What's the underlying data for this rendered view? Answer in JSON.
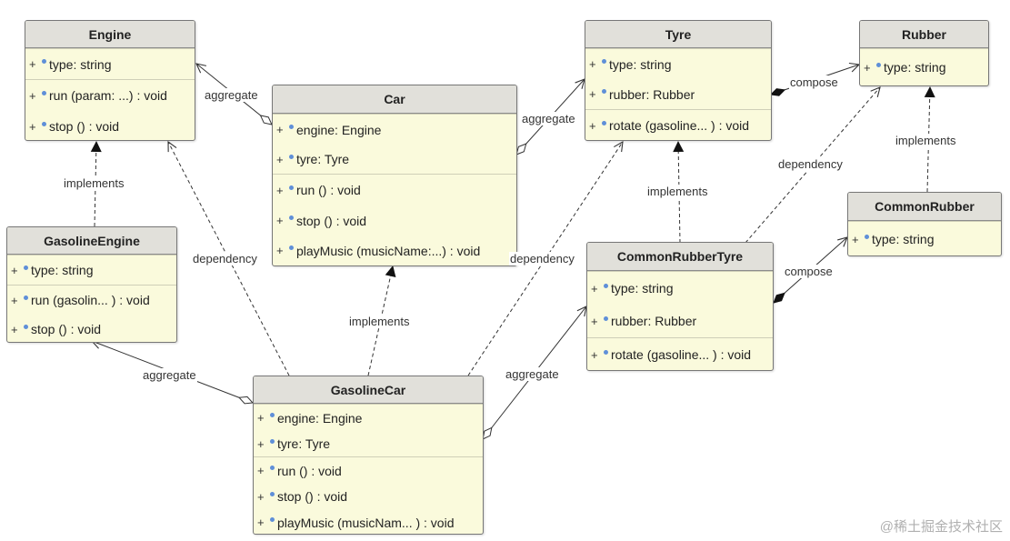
{
  "classes": {
    "engine": {
      "name": "Engine",
      "attributes": [
        "type: string"
      ],
      "methods": [
        "run (param: ...) : void",
        "stop () : void"
      ]
    },
    "car": {
      "name": "Car",
      "attributes": [
        "engine: Engine",
        "tyre: Tyre"
      ],
      "methods": [
        "run () : void",
        "stop () : void",
        "playMusic (musicName:...) : void"
      ]
    },
    "tyre": {
      "name": "Tyre",
      "attributes": [
        "type: string",
        "rubber: Rubber"
      ],
      "methods": [
        "rotate (gasoline... ) : void"
      ]
    },
    "rubber": {
      "name": "Rubber",
      "attributes": [
        "type: string"
      ],
      "methods": []
    },
    "gasolineengine": {
      "name": "GasolineEngine",
      "attributes": [
        "type: string"
      ],
      "methods": [
        "run (gasolin... ) : void",
        "stop () : void"
      ]
    },
    "commonrubbertyre": {
      "name": "CommonRubberTyre",
      "attributes": [
        "type: string",
        "rubber: Rubber"
      ],
      "methods": [
        "rotate (gasoline... ) : void"
      ]
    },
    "commonrubber": {
      "name": "CommonRubber",
      "attributes": [
        "type: string"
      ],
      "methods": []
    },
    "gasolinecar": {
      "name": "GasolineCar",
      "attributes": [
        "engine: Engine",
        "tyre: Tyre"
      ],
      "methods": [
        "run () : void",
        "stop () : void",
        "playMusic (musicNam... ) : void"
      ]
    }
  },
  "visibility_symbol": "+",
  "relations": [
    {
      "type": "aggregate",
      "label": "aggregate",
      "from": "Car",
      "to": "Engine"
    },
    {
      "type": "aggregate",
      "label": "aggregate",
      "from": "Car",
      "to": "Tyre"
    },
    {
      "type": "compose",
      "label": "compose",
      "from": "Tyre",
      "to": "Rubber"
    },
    {
      "type": "implements",
      "label": "implements",
      "from": "GasolineEngine",
      "to": "Engine"
    },
    {
      "type": "implements",
      "label": "implements",
      "from": "CommonRubber",
      "to": "Rubber"
    },
    {
      "type": "implements",
      "label": "implements",
      "from": "CommonRubberTyre",
      "to": "Tyre"
    },
    {
      "type": "implements",
      "label": "implements",
      "from": "GasolineCar",
      "to": "Car"
    },
    {
      "type": "dependency",
      "label": "dependency",
      "from": "GasolineCar",
      "to": "Engine"
    },
    {
      "type": "dependency",
      "label": "dependency",
      "from": "GasolineCar",
      "to": "Tyre"
    },
    {
      "type": "dependency",
      "label": "dependency",
      "from": "CommonRubberTyre",
      "to": "Rubber"
    },
    {
      "type": "compose",
      "label": "compose",
      "from": "CommonRubberTyre",
      "to": "CommonRubber"
    },
    {
      "type": "aggregate",
      "label": "aggregate",
      "from": "GasolineCar",
      "to": "GasolineEngine"
    },
    {
      "type": "aggregate",
      "label": "aggregate",
      "from": "GasolineCar",
      "to": "CommonRubberTyre"
    }
  ],
  "colors": {
    "class_fill": "#fafadc",
    "header_fill": "#e1e0da",
    "border": "#777777",
    "member_dot": "#5f8fd8"
  },
  "watermark": "@稀土掘金技术社区"
}
